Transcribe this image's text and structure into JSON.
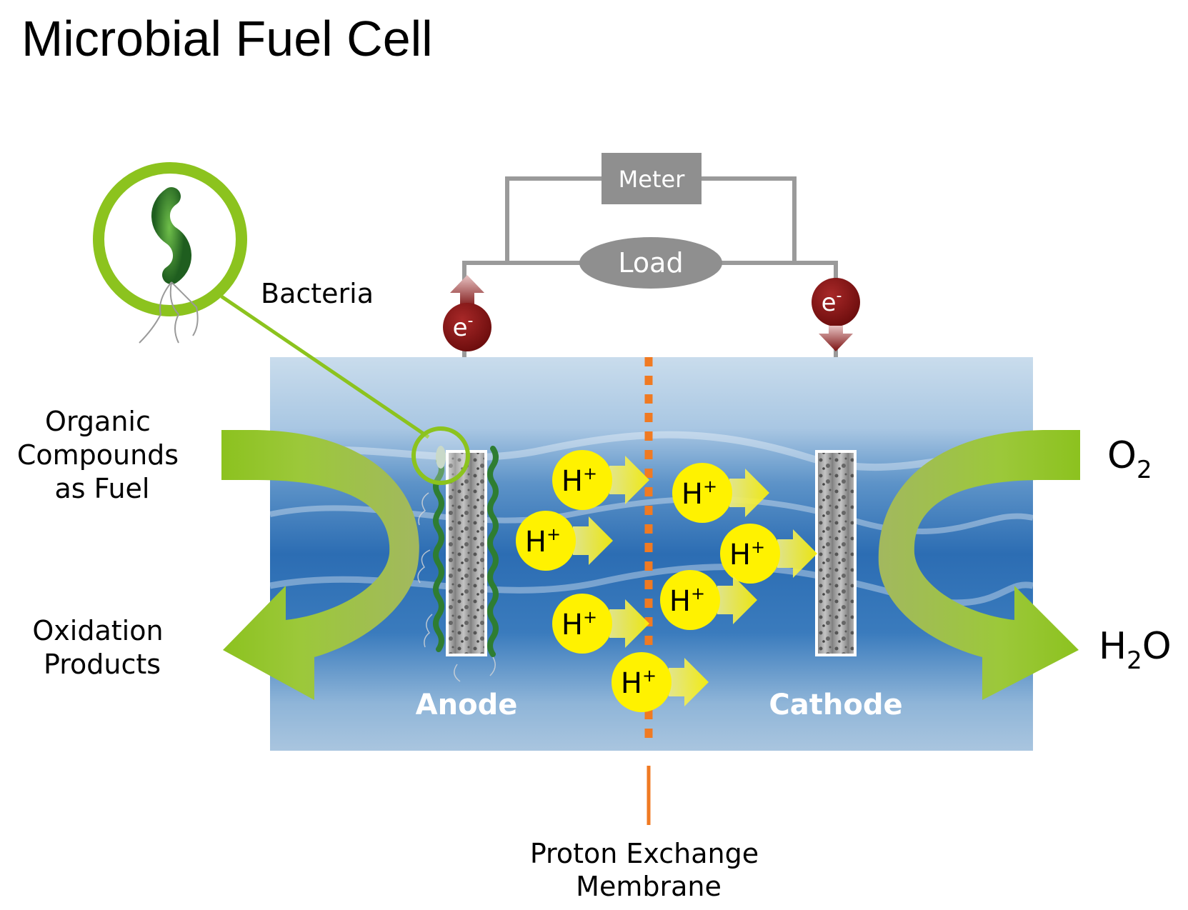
{
  "title": "Microbial Fuel Cell",
  "labels": {
    "meter": "Meter",
    "load": "Load",
    "bacteria": "Bacteria",
    "organic_line1": "Organic",
    "organic_line2": "Compounds",
    "organic_line3": "as Fuel",
    "oxidation_line1": "Oxidation",
    "oxidation_line2": "Products",
    "anode": "Anode",
    "cathode": "Cathode",
    "membrane_line1": "Proton Exchange",
    "membrane_line2": "Membrane"
  },
  "symbols": {
    "electron_base": "e",
    "electron_charge": "-",
    "proton_base": "H",
    "proton_charge": "+",
    "oxygen_base": "O",
    "oxygen_sub": "2",
    "water_h": "H",
    "water_sub": "2",
    "water_o": "O"
  },
  "colors": {
    "wire": "#9a9a9a",
    "meter_box": "#8f8f8f",
    "electron": "#7a1010",
    "proton": "#fff200",
    "membrane": "#f07a22",
    "fuel_arrow": "#8fc21f",
    "bacteria_ring": "#8cc31e",
    "water_top": "#c8dced",
    "water_mid": "#2f72b6"
  },
  "icons": {
    "bacterium": "bacterium-icon",
    "electron": "electron-icon",
    "proton": "proton-icon"
  }
}
